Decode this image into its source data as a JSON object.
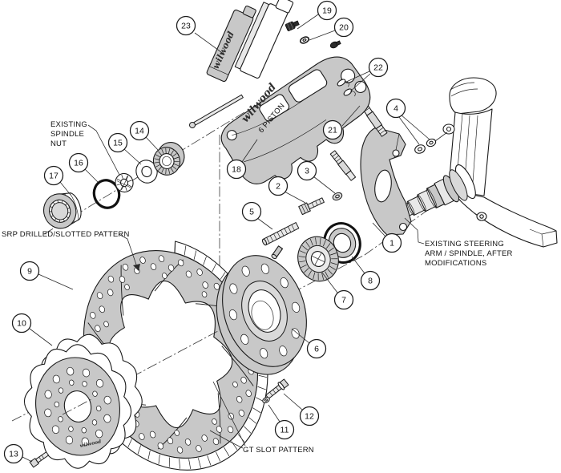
{
  "diagram": {
    "labels": {
      "spindle_nut": [
        "EXISTING",
        "SPINDLE",
        "NUT"
      ],
      "srp_pattern": "SRP DRILLED/SLOTTED PATTERN",
      "steering": [
        "EXISTING STEERING",
        "ARM / SPINDLE, AFTER",
        "MODIFICATIONS"
      ],
      "gt_pattern": "GT SLOT PATTERN"
    },
    "brand": {
      "script": "wilwood",
      "caliper_sub": "6 PISTON"
    },
    "callouts": [
      {
        "num": "1"
      },
      {
        "num": "2"
      },
      {
        "num": "3"
      },
      {
        "num": "4"
      },
      {
        "num": "5"
      },
      {
        "num": "6"
      },
      {
        "num": "7"
      },
      {
        "num": "8"
      },
      {
        "num": "9"
      },
      {
        "num": "10"
      },
      {
        "num": "11"
      },
      {
        "num": "12"
      },
      {
        "num": "13"
      },
      {
        "num": "14"
      },
      {
        "num": "15"
      },
      {
        "num": "16"
      },
      {
        "num": "17"
      },
      {
        "num": "18"
      },
      {
        "num": "19"
      },
      {
        "num": "20"
      },
      {
        "num": "21"
      },
      {
        "num": "22"
      },
      {
        "num": "23"
      }
    ],
    "colors": {
      "line": "#1a1a1a",
      "metal": "#c8c8c8",
      "background": "#ffffff"
    }
  }
}
